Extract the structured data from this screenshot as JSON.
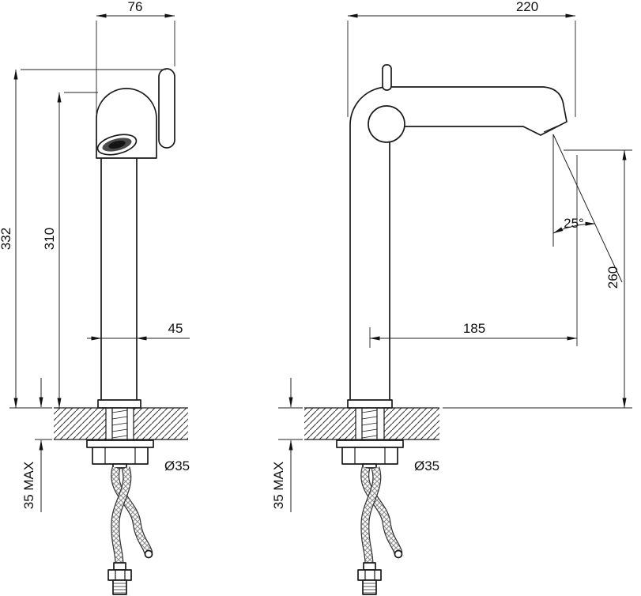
{
  "colors": {
    "background": "#ffffff",
    "line": "#1a1a1a",
    "text": "#111111"
  },
  "views": {
    "left": {
      "head_width": "76",
      "overall_height": "332",
      "body_height": "310",
      "body_width": "45",
      "hole_diameter": "Ø35",
      "deck_thickness_max": "35 MAX"
    },
    "right": {
      "overall_width": "220",
      "spout_reach": "185",
      "spout_angle": "25°",
      "outlet_height": "260",
      "hole_diameter": "Ø35",
      "deck_thickness_max": "35 MAX"
    }
  }
}
